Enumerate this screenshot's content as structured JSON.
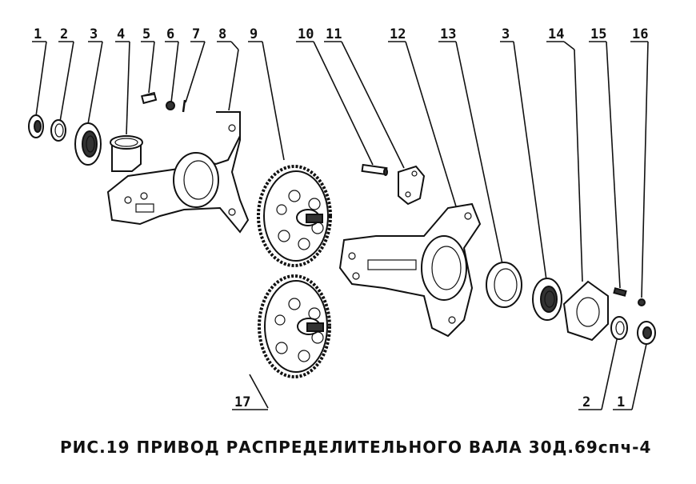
{
  "labels": {
    "top": [
      "1",
      "2",
      "3",
      "4",
      "5",
      "6",
      "7",
      "8",
      "9",
      "10",
      "11",
      "12",
      "13",
      "3",
      "14",
      "15",
      "16"
    ],
    "bottom": [
      "17",
      "2",
      "1"
    ]
  },
  "caption": "РИС.19 ПРИВОД РАСПРЕДЕЛИТЕЛЬНОГО ВАЛА 30Д.69спч-4"
}
